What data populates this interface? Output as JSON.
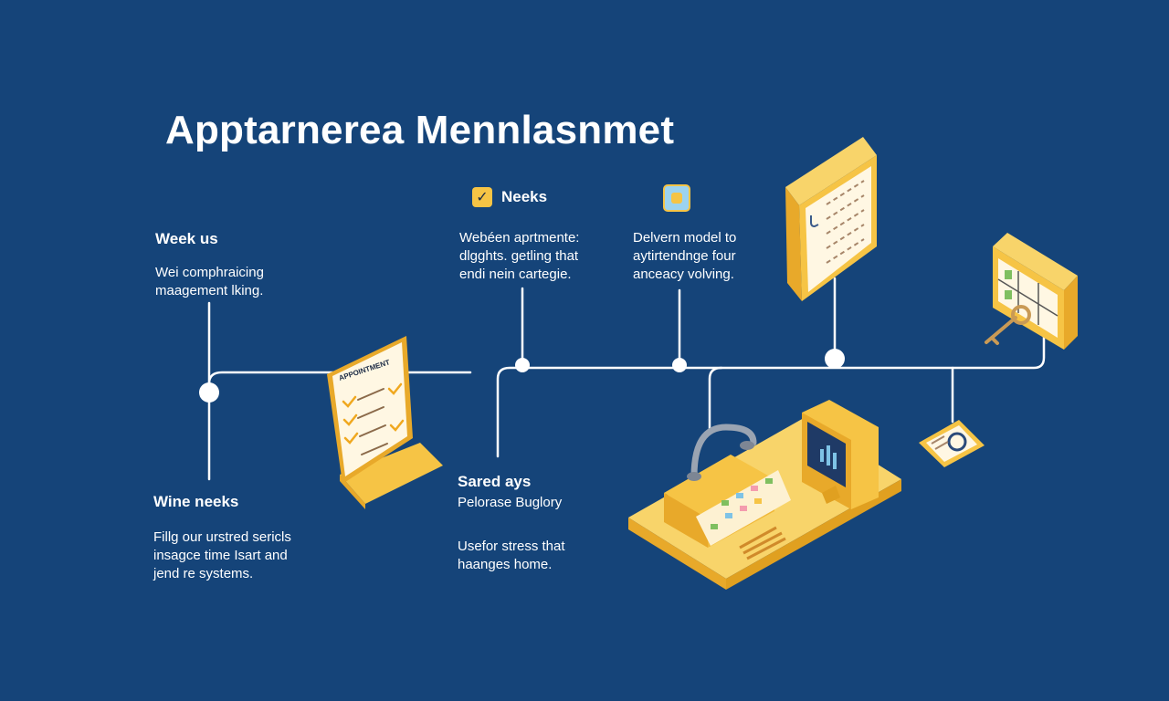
{
  "title": "Apptarnerea Mennlasnmet",
  "colors": {
    "background": "#154479",
    "accent": "#f6c445",
    "accent_dark": "#e8a92a",
    "line": "#ffffff",
    "paper": "#fff7e3"
  },
  "blocks": {
    "week_us": {
      "heading": "Week us",
      "lines": [
        "Wei comphraicing",
        "maagement lking."
      ]
    },
    "neeks": {
      "label": "Neeks",
      "icon": "checkbox-icon",
      "lines": [
        "Webéen aprtmente:",
        "dlgghts. getling that",
        "endi nein cartegie."
      ]
    },
    "delvern": {
      "icon": "tag-icon",
      "lines": [
        "Delvern model to",
        "aytirtendnge four",
        "anceacy volving."
      ]
    },
    "wine_neeks": {
      "heading": "Wine neeks",
      "lines": [
        "Fillg our urstred sericls",
        "insagce time Isart and",
        "jend re systems."
      ]
    },
    "sared_ays": {
      "heading": "Sared ays",
      "subheading": "Pelorase Buglory",
      "lines": [
        "Usefor stress that",
        "haanges home."
      ]
    }
  },
  "illustrations": {
    "calendar_label": "APPOINTMENT",
    "calendar": "calendar-checklist-icon",
    "document": "document-list-icon",
    "key_panel": "key-grid-panel-icon",
    "desk": "reception-desk-icon",
    "monitor": "monitor-chart-icon",
    "card": "appointment-card-icon"
  }
}
